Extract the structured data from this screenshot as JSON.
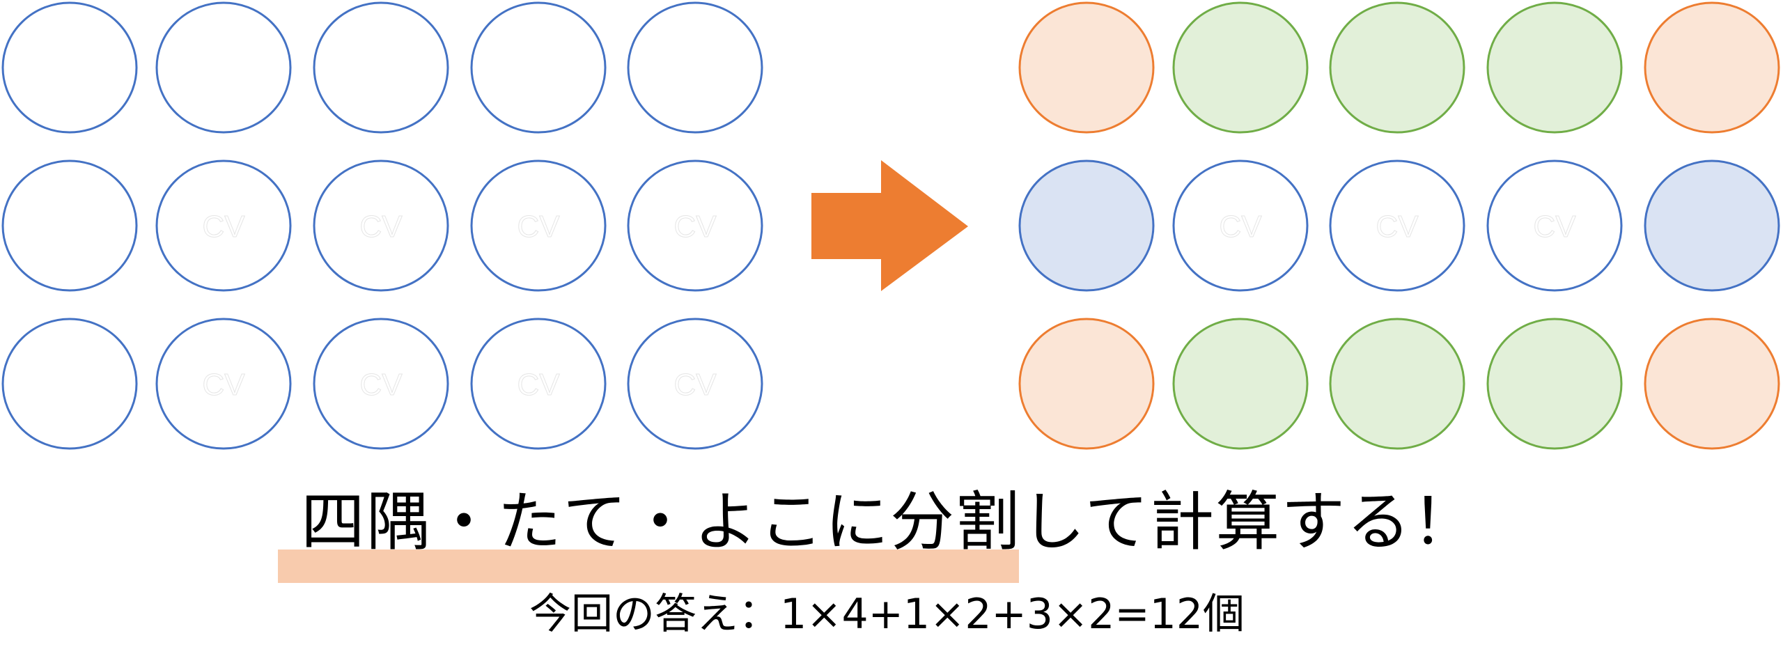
{
  "colors": {
    "blue_stroke": "#4472C4",
    "blue_fill": "#DAE3F3",
    "green_stroke": "#70AD47",
    "green_fill": "#E2F0D9",
    "orange_stroke": "#ED7D31",
    "orange_fill": "#FBE5D6",
    "arrow": "#ED7D31",
    "highlight": "#F8CBAD",
    "watermark": "#E6E6E6"
  },
  "left_grid": {
    "rows": 3,
    "cols": 5,
    "cells": [
      [
        {
          "style": "plain",
          "label": ""
        },
        {
          "style": "plain",
          "label": ""
        },
        {
          "style": "plain",
          "label": ""
        },
        {
          "style": "plain",
          "label": ""
        },
        {
          "style": "plain",
          "label": ""
        }
      ],
      [
        {
          "style": "plain",
          "label": ""
        },
        {
          "style": "plain",
          "label": "CV"
        },
        {
          "style": "plain",
          "label": "CV"
        },
        {
          "style": "plain",
          "label": "CV"
        },
        {
          "style": "plain",
          "label": "CV"
        }
      ],
      [
        {
          "style": "plain",
          "label": ""
        },
        {
          "style": "plain",
          "label": "CV"
        },
        {
          "style": "plain",
          "label": "CV"
        },
        {
          "style": "plain",
          "label": "CV"
        },
        {
          "style": "plain",
          "label": "CV"
        }
      ]
    ]
  },
  "right_grid": {
    "rows": 3,
    "cols": 5,
    "cells": [
      [
        {
          "style": "corner",
          "label": ""
        },
        {
          "style": "edge",
          "label": ""
        },
        {
          "style": "edge",
          "label": ""
        },
        {
          "style": "edge",
          "label": ""
        },
        {
          "style": "corner",
          "label": ""
        }
      ],
      [
        {
          "style": "side",
          "label": ""
        },
        {
          "style": "plain",
          "label": "CV"
        },
        {
          "style": "plain",
          "label": "CV"
        },
        {
          "style": "plain",
          "label": "CV"
        },
        {
          "style": "side",
          "label": ""
        }
      ],
      [
        {
          "style": "corner",
          "label": ""
        },
        {
          "style": "edge",
          "label": ""
        },
        {
          "style": "edge",
          "label": ""
        },
        {
          "style": "edge",
          "label": ""
        },
        {
          "style": "corner",
          "label": ""
        }
      ]
    ]
  },
  "arrow": {
    "direction": "right"
  },
  "text": {
    "title": "四隅・たて・よこに分割して計算する！",
    "answer": "今回の答え：1×4+1×2+3×2=12個"
  }
}
